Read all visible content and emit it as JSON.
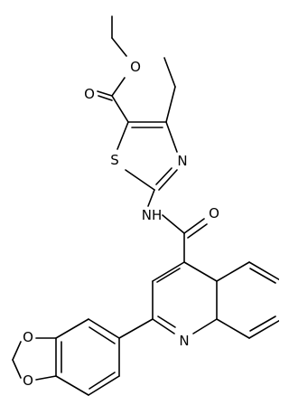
{
  "molecule": {
    "atom_labels": {
      "ester_ether_o": "O",
      "carbonyl_o_ester": "O",
      "thiazole_s": "S",
      "thiazole_n": "N",
      "amide_nh": "NH",
      "amide_o": "O",
      "quinoline_n": "N",
      "dioxole_o_upper": "O",
      "dioxole_o_lower": "O"
    }
  },
  "colors": {
    "bond": "#000000",
    "label": "#000000",
    "background": "#ffffff"
  }
}
